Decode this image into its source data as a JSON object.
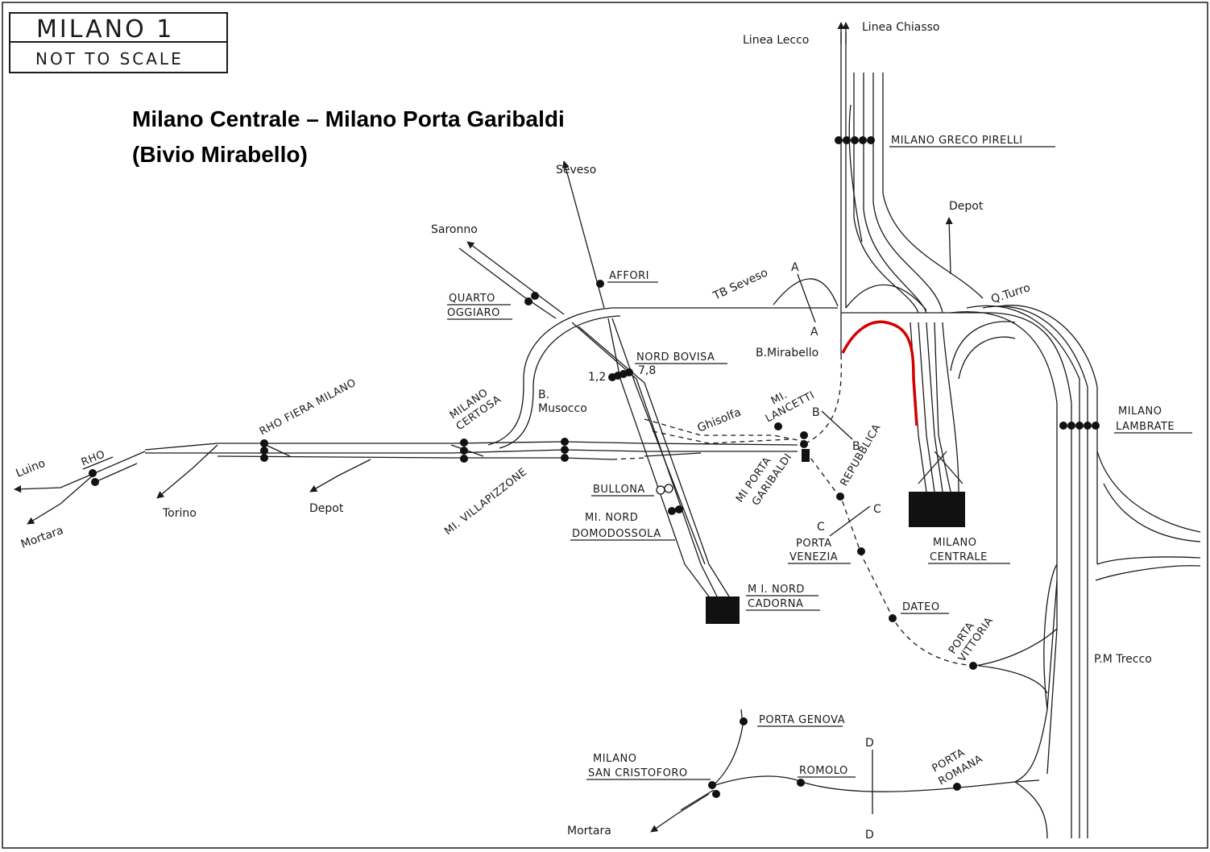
{
  "map": {
    "title_box": {
      "title": "MILANO 1",
      "subtitle": "NOT TO SCALE"
    },
    "heading": {
      "line1": "Milano Centrale – Milano Porta Garibaldi",
      "line2": "(Bivio Mirabello)"
    },
    "highlight_color": "#d40000",
    "stations": {
      "rho": "RHO",
      "rho_fiera": "RHO FIERA MILANO",
      "certosa_1": "MILANO",
      "certosa_2": "CERTOSA",
      "villapizzone": "MI. VILLAPIZZONE",
      "quarto_1": "QUARTO",
      "quarto_2": "OGGIARO",
      "affori": "AFFORI",
      "nord_bovisa": "NORD BOVISA",
      "bullona": "BULLONA",
      "nord_domo_1": "MI. NORD",
      "nord_domo_2": "DOMODOSSOLA",
      "cadorna_1": "M I. NORD",
      "cadorna_2": "CADORNA",
      "lancetti_1": "MI.",
      "lancetti_2": "LANCETTI",
      "garibaldi_1": "MI PORTA",
      "garibaldi_2": "GARIBALDI",
      "repubblica": "REPUBBLICA",
      "porta_venezia_1": "PORTA",
      "porta_venezia_2": "VENEZIA",
      "dateo": "DATEO",
      "porta_vittoria_1": "PORTA",
      "porta_vittoria_2": "VITTORIA",
      "centrale_1": "MILANO",
      "centrale_2": "CENTRALE",
      "greco": "MILANO GRECO PIRELLI",
      "lambrate_1": "MILANO",
      "lambrate_2": "LAMBRATE",
      "porta_genova": "PORTA GENOVA",
      "san_cristoforo_1": "MILANO",
      "san_cristoforo_2": "SAN CRISTOFORO",
      "romolo": "ROMOLO",
      "porta_romana_1": "PORTA",
      "porta_romana_2": "ROMANA"
    },
    "labels": {
      "luino": "Luino",
      "mortara_w": "Mortara",
      "torino": "Torino",
      "depot_w": "Depot",
      "saronno": "Saronno",
      "seveso": "Seveso",
      "b_musocco_1": "B.",
      "b_musocco_2": "Musocco",
      "tb_seveso": "TB Seveso",
      "ghisolfa": "Ghisolfa",
      "b_mirabello": "B.Mirabello",
      "linea_lecco": "Linea Lecco",
      "linea_chiasso": "Linea Chiasso",
      "depot_n": "Depot",
      "q_turro": "Q.Turro",
      "pm_trecco": "P.M Trecco",
      "mortara_s": "Mortara",
      "bovisa_tracks_l": "1,2",
      "bovisa_tracks_r": "7,8",
      "letter_a1": "A",
      "letter_a2": "A",
      "letter_b1": "B",
      "letter_b2": "B",
      "letter_c1": "C",
      "letter_c2": "C",
      "letter_d1": "D",
      "letter_d2": "D"
    }
  }
}
